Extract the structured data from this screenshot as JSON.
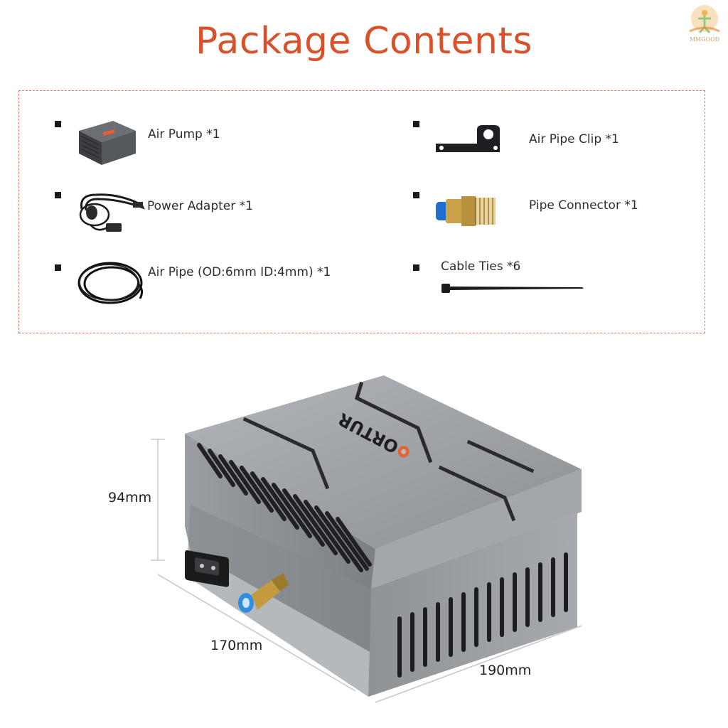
{
  "brand": {
    "watermark_text": "MMGOOD"
  },
  "header": {
    "title": "Package Contents"
  },
  "package": {
    "items": [
      {
        "icon": "air-pump-icon",
        "label": "Air Pump *1"
      },
      {
        "icon": "air-pipe-clip-icon",
        "label": "Air Pipe Clip  *1"
      },
      {
        "icon": "power-adapter-icon",
        "label": "Power Adapter  *1"
      },
      {
        "icon": "pipe-connector-icon",
        "label": "Pipe Connector  *1"
      },
      {
        "icon": "air-pipe-icon",
        "label": "Air Pipe (OD:6mm ID:4mm)  *1"
      },
      {
        "icon": "cable-tie-icon",
        "label": "Cable Ties *6"
      }
    ]
  },
  "product": {
    "logo_text": "ORTUR",
    "dimensions": {
      "height": "94mm",
      "depth": "170mm",
      "width": "190mm"
    }
  },
  "colors": {
    "accent": "#d9502a",
    "border": "#e07b5f",
    "metal": "#8e9195"
  }
}
